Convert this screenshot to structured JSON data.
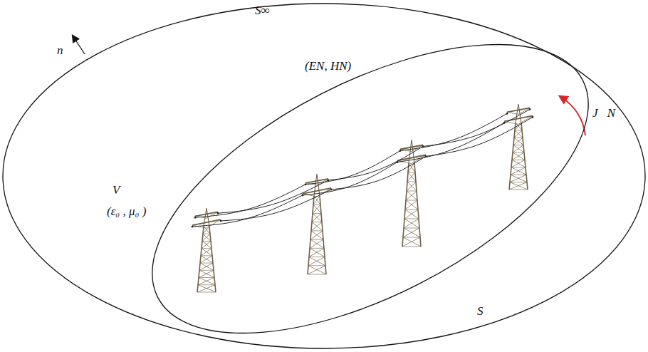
{
  "diagram": {
    "nodes": [
      {
        "text": [
          "S∞"
        ]
      },
      {
        "text": [
          "S"
        ],
        "in": 0
      }
    ],
    "labels": [
      "n⃗",
      "V",
      "(ε₀ , μ₀ )",
      "(EN, HN)",
      "J⃗N"
    ]
  }
}
